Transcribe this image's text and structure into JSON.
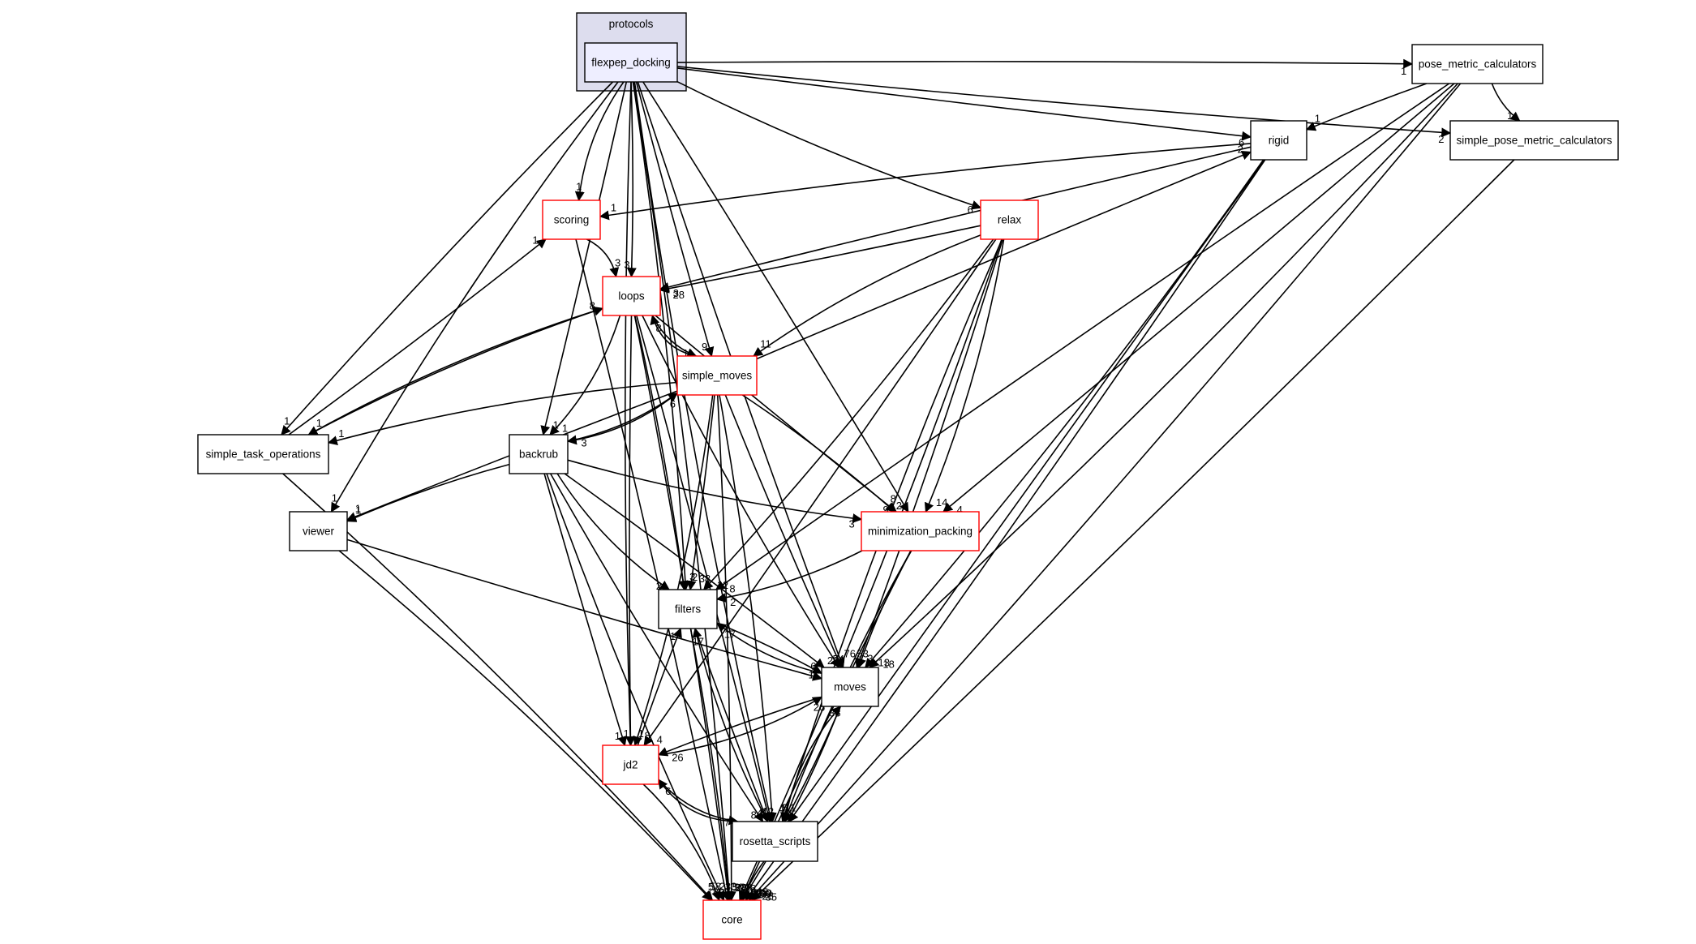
{
  "diagram": {
    "title": "Directory dependency graph for flexpep_docking",
    "cluster": {
      "id": "protocols",
      "label": "protocols"
    },
    "nodes": [
      {
        "id": "flexpep_docking",
        "label": "flexpep_docking",
        "style": "main"
      },
      {
        "id": "pose_metric_calculators",
        "label": "pose_metric_calculators",
        "style": "plain"
      },
      {
        "id": "simple_pose_metric_calculators",
        "label": "simple_pose_metric_calculators",
        "style": "plain"
      },
      {
        "id": "rigid",
        "label": "rigid",
        "style": "plain"
      },
      {
        "id": "relax",
        "label": "relax",
        "style": "red"
      },
      {
        "id": "scoring",
        "label": "scoring",
        "style": "red"
      },
      {
        "id": "loops",
        "label": "loops",
        "style": "red"
      },
      {
        "id": "simple_moves",
        "label": "simple_moves",
        "style": "red"
      },
      {
        "id": "simple_task_operations",
        "label": "simple_task_operations",
        "style": "plain"
      },
      {
        "id": "backrub",
        "label": "backrub",
        "style": "plain"
      },
      {
        "id": "viewer",
        "label": "viewer",
        "style": "plain"
      },
      {
        "id": "minimization_packing",
        "label": "minimization_packing",
        "style": "red"
      },
      {
        "id": "filters",
        "label": "filters",
        "style": "plain"
      },
      {
        "id": "moves",
        "label": "moves",
        "style": "plain"
      },
      {
        "id": "jd2",
        "label": "jd2",
        "style": "red"
      },
      {
        "id": "rosetta_scripts",
        "label": "rosetta_scripts",
        "style": "plain"
      },
      {
        "id": "core",
        "label": "core",
        "style": "red"
      }
    ],
    "edges": [
      {
        "from": "flexpep_docking",
        "to": "pose_metric_calculators",
        "label": "1"
      },
      {
        "from": "flexpep_docking",
        "to": "rigid",
        "label": "6"
      },
      {
        "from": "flexpep_docking",
        "to": "simple_pose_metric_calculators",
        "label": "2"
      },
      {
        "from": "flexpep_docking",
        "to": "relax",
        "label": "6"
      },
      {
        "from": "flexpep_docking",
        "to": "scoring",
        "label": "1"
      },
      {
        "from": "flexpep_docking",
        "to": "loops",
        "label": "3"
      },
      {
        "from": "flexpep_docking",
        "to": "simple_moves",
        "label": "9"
      },
      {
        "from": "flexpep_docking",
        "to": "simple_task_operations",
        "label": "1"
      },
      {
        "from": "flexpep_docking",
        "to": "backrub",
        "label": "1"
      },
      {
        "from": "flexpep_docking",
        "to": "viewer",
        "label": "1"
      },
      {
        "from": "flexpep_docking",
        "to": "minimization_packing",
        "label": "2"
      },
      {
        "from": "flexpep_docking",
        "to": "filters",
        "label": "2"
      },
      {
        "from": "flexpep_docking",
        "to": "moves",
        "label": "54"
      },
      {
        "from": "flexpep_docking",
        "to": "jd2",
        "label": "1"
      },
      {
        "from": "flexpep_docking",
        "to": "rosetta_scripts",
        "label": "12"
      },
      {
        "from": "flexpep_docking",
        "to": "core",
        "label": "28"
      },
      {
        "from": "pose_metric_calculators",
        "to": "rigid",
        "label": "1"
      },
      {
        "from": "pose_metric_calculators",
        "to": "simple_pose_metric_calculators",
        "label": "1"
      },
      {
        "from": "pose_metric_calculators",
        "to": "minimization_packing",
        "label": "4"
      },
      {
        "from": "pose_metric_calculators",
        "to": "filters",
        "label": "8"
      },
      {
        "from": "pose_metric_calculators",
        "to": "moves",
        "label": "18"
      },
      {
        "from": "pose_metric_calculators",
        "to": "core",
        "label": "25"
      },
      {
        "from": "simple_pose_metric_calculators",
        "to": "core",
        "label": "35"
      },
      {
        "from": "rigid",
        "to": "scoring",
        "label": "1"
      },
      {
        "from": "rigid",
        "to": "loops",
        "label": "3"
      },
      {
        "from": "rigid",
        "to": "moves",
        "label": "13"
      },
      {
        "from": "rigid",
        "to": "rosetta_scripts",
        "label": "1"
      },
      {
        "from": "rigid",
        "to": "core",
        "label": "56"
      },
      {
        "from": "relax",
        "to": "loops",
        "label": "28"
      },
      {
        "from": "relax",
        "to": "simple_moves",
        "label": "11"
      },
      {
        "from": "relax",
        "to": "minimization_packing",
        "label": "14"
      },
      {
        "from": "relax",
        "to": "filters",
        "label": "12"
      },
      {
        "from": "relax",
        "to": "moves",
        "label": "3"
      },
      {
        "from": "relax",
        "to": "jd2",
        "label": "4"
      },
      {
        "from": "relax",
        "to": "rosetta_scripts",
        "label": "11"
      },
      {
        "from": "relax",
        "to": "core",
        "label": "245"
      },
      {
        "from": "scoring",
        "to": "loops",
        "label": "3"
      },
      {
        "from": "scoring",
        "to": "core",
        "label": "50"
      },
      {
        "from": "loops",
        "to": "simple_moves",
        "label": "11"
      },
      {
        "from": "loops",
        "to": "simple_task_operations",
        "label": "1"
      },
      {
        "from": "loops",
        "to": "backrub",
        "label": "1"
      },
      {
        "from": "loops",
        "to": "minimization_packing",
        "label": "9"
      },
      {
        "from": "loops",
        "to": "filters",
        "label": "3"
      },
      {
        "from": "loops",
        "to": "moves",
        "label": "260"
      },
      {
        "from": "loops",
        "to": "jd2",
        "label": "1"
      },
      {
        "from": "loops",
        "to": "rosetta_scripts",
        "label": "8"
      },
      {
        "from": "loops",
        "to": "core",
        "label": "308"
      },
      {
        "from": "simple_moves",
        "to": "loops",
        "label": "8"
      },
      {
        "from": "simple_moves",
        "to": "rigid",
        "label": "2"
      },
      {
        "from": "simple_moves",
        "to": "simple_task_operations",
        "label": "1"
      },
      {
        "from": "simple_moves",
        "to": "backrub",
        "label": "3"
      },
      {
        "from": "simple_moves",
        "to": "viewer",
        "label": "1"
      },
      {
        "from": "simple_moves",
        "to": "minimization_packing",
        "label": "8"
      },
      {
        "from": "simple_moves",
        "to": "filters",
        "label": "38"
      },
      {
        "from": "simple_moves",
        "to": "moves",
        "label": "76"
      },
      {
        "from": "simple_moves",
        "to": "jd2",
        "label": "8"
      },
      {
        "from": "simple_moves",
        "to": "rosetta_scripts",
        "label": "4"
      },
      {
        "from": "simple_moves",
        "to": "core",
        "label": "326"
      },
      {
        "from": "simple_task_operations",
        "to": "loops",
        "label": "8"
      },
      {
        "from": "simple_task_operations",
        "to": "scoring",
        "label": "1"
      },
      {
        "from": "simple_task_operations",
        "to": "core",
        "label": "58"
      },
      {
        "from": "backrub",
        "to": "simple_moves",
        "label": "6"
      },
      {
        "from": "backrub",
        "to": "viewer",
        "label": "1"
      },
      {
        "from": "backrub",
        "to": "minimization_packing",
        "label": "3"
      },
      {
        "from": "backrub",
        "to": "filters",
        "label": "2"
      },
      {
        "from": "backrub",
        "to": "moves",
        "label": "6"
      },
      {
        "from": "backrub",
        "to": "jd2",
        "label": "1"
      },
      {
        "from": "backrub",
        "to": "rosetta_scripts",
        "label": "8"
      },
      {
        "from": "backrub",
        "to": "core",
        "label": "80"
      },
      {
        "from": "viewer",
        "to": "moves",
        "label": "6"
      },
      {
        "from": "viewer",
        "to": "core",
        "label": "5"
      },
      {
        "from": "minimization_packing",
        "to": "filters",
        "label": "2"
      },
      {
        "from": "minimization_packing",
        "to": "moves",
        "label": "53"
      },
      {
        "from": "minimization_packing",
        "to": "rosetta_scripts",
        "label": "5"
      },
      {
        "from": "minimization_packing",
        "to": "core",
        "label": "23"
      },
      {
        "from": "filters",
        "to": "moves",
        "label": "11"
      },
      {
        "from": "filters",
        "to": "rosetta_scripts",
        "label": "4"
      },
      {
        "from": "filters",
        "to": "core",
        "label": "34"
      },
      {
        "from": "moves",
        "to": "filters",
        "label": "17"
      },
      {
        "from": "moves",
        "to": "jd2",
        "label": "26"
      },
      {
        "from": "moves",
        "to": "rosetta_scripts",
        "label": "4"
      },
      {
        "from": "moves",
        "to": "core",
        "label": "400"
      },
      {
        "from": "jd2",
        "to": "moves",
        "label": "26"
      },
      {
        "from": "jd2",
        "to": "filters",
        "label": "1"
      },
      {
        "from": "jd2",
        "to": "rosetta_scripts",
        "label": "7"
      },
      {
        "from": "jd2",
        "to": "core",
        "label": "233"
      },
      {
        "from": "rosetta_scripts",
        "to": "jd2",
        "label": "6"
      },
      {
        "from": "rosetta_scripts",
        "to": "moves",
        "label": "38"
      },
      {
        "from": "rosetta_scripts",
        "to": "filters",
        "label": "17"
      },
      {
        "from": "rosetta_scripts",
        "to": "core",
        "label": "100"
      }
    ],
    "colors": {
      "cluster_fill": "#ddddee",
      "main_node_fill": "#eeeeff",
      "incomplete_border": "#ff0000",
      "edge": "#000000",
      "background": "#ffffff"
    }
  }
}
